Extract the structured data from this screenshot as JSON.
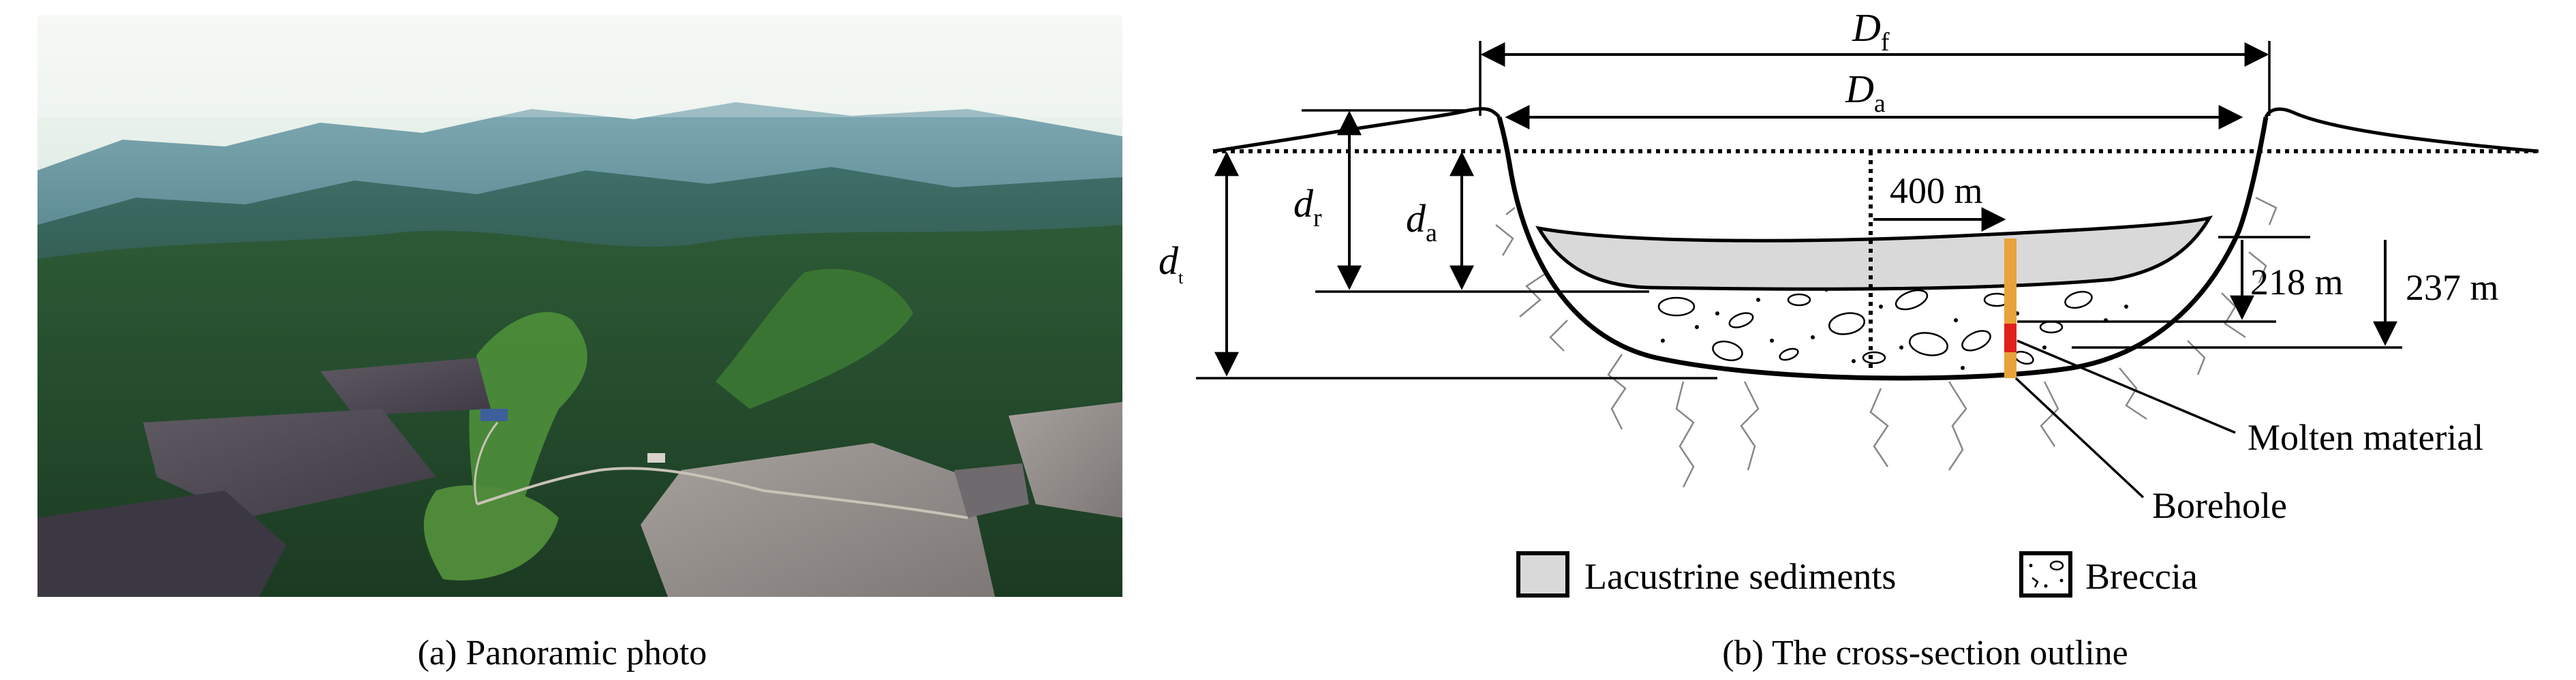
{
  "photo_caption": "(a) Panoramic photo",
  "section_caption": "(b) The cross-section outline",
  "labels": {
    "Df_main": "D",
    "Df_sub": "f",
    "Da_main": "D",
    "Da_sub": "a",
    "dr_main": "d",
    "dr_sub": "r",
    "da_main": "d",
    "da_sub": "a",
    "dt_main": "d",
    "dt_sub": "t",
    "dist_400": "400 m",
    "depth_218": "218 m",
    "depth_237": "237 m",
    "molten": "Molten material",
    "borehole": "Borehole"
  },
  "legend": {
    "lacustrine": "Lacustrine sediments",
    "breccia": "Breccia"
  },
  "colors": {
    "sediment_fill": "#d9d9d9",
    "borehole": "#e8a33a",
    "molten": "#e0201c"
  }
}
